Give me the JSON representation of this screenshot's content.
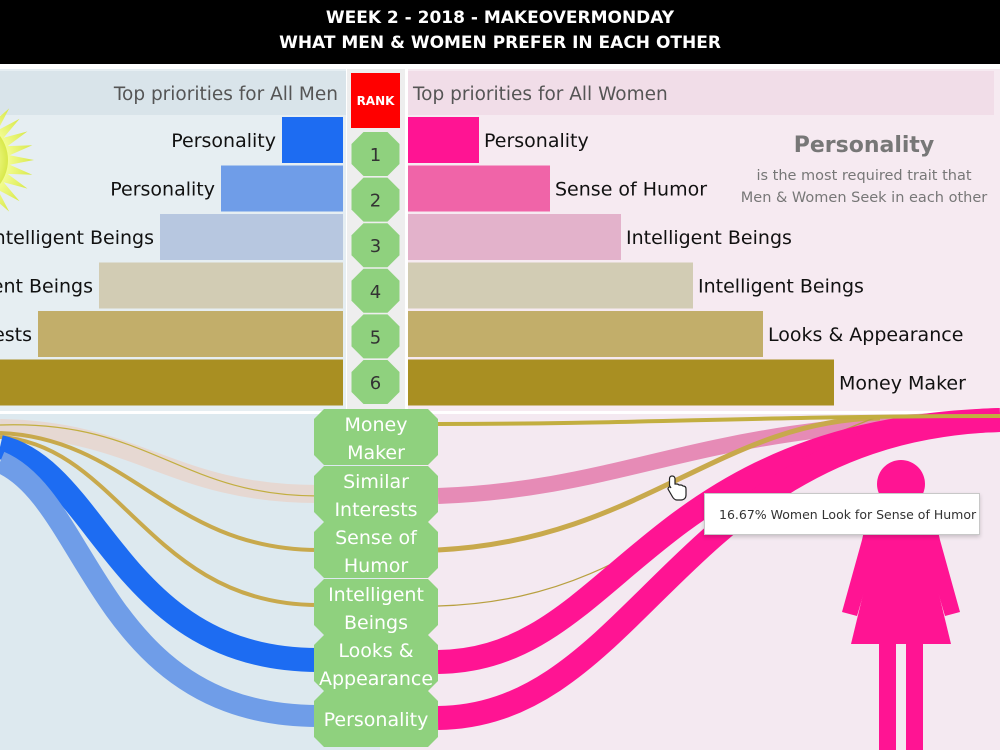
{
  "header": {
    "line1": "WEEK 2 - 2018 - MAKEOVERMONDAY",
    "line2": "WHAT MEN & WOMEN PREFER IN EACH OTHER"
  },
  "colors": {
    "men": [
      "#1d6cf2",
      "#6f9de8",
      "#b7c7e0",
      "#d2ccb4",
      "#c2ae6a",
      "#a98f22"
    ],
    "women": [
      "#ff1493",
      "#f064a8",
      "#e3b2cb",
      "#d2ccb4",
      "#c2ae6a",
      "#a98f22"
    ],
    "rank_badge": "#ff0000",
    "rank_node": "#8fd17e",
    "woman_icon": "#ff1493"
  },
  "insight": {
    "title": "Personality",
    "line1": "is the most required trait that",
    "line2": "Men & Women Seek in each other"
  },
  "tooltip": {
    "text": "16.67% Women Look for Sense of Humor"
  },
  "chart_data": {
    "type": "bar",
    "left_title": "Top priorities for All Men",
    "right_title": "Top priorities for All Women",
    "rank_label": "RANK",
    "ranks": [
      "1",
      "2",
      "3",
      "4",
      "5",
      "6"
    ],
    "men_labels": [
      "Personality",
      "Personality",
      "Intelligent Beings",
      "Intelligent Beings",
      "Similar Interests",
      ""
    ],
    "women_labels": [
      "Personality",
      "Sense of Humor",
      "Intelligent Beings",
      "Intelligent Beings",
      "Looks & Appearance",
      "Money Maker"
    ],
    "bar_levels": [
      1,
      2,
      3,
      4,
      5,
      6
    ],
    "traits": [
      [
        "Money",
        "Maker"
      ],
      [
        "Similar",
        "Interests"
      ],
      [
        "Sense of",
        "Humor"
      ],
      [
        "Intelligent",
        "Beings"
      ],
      [
        "Looks &",
        "Appearance"
      ],
      [
        "Personality"
      ]
    ]
  }
}
